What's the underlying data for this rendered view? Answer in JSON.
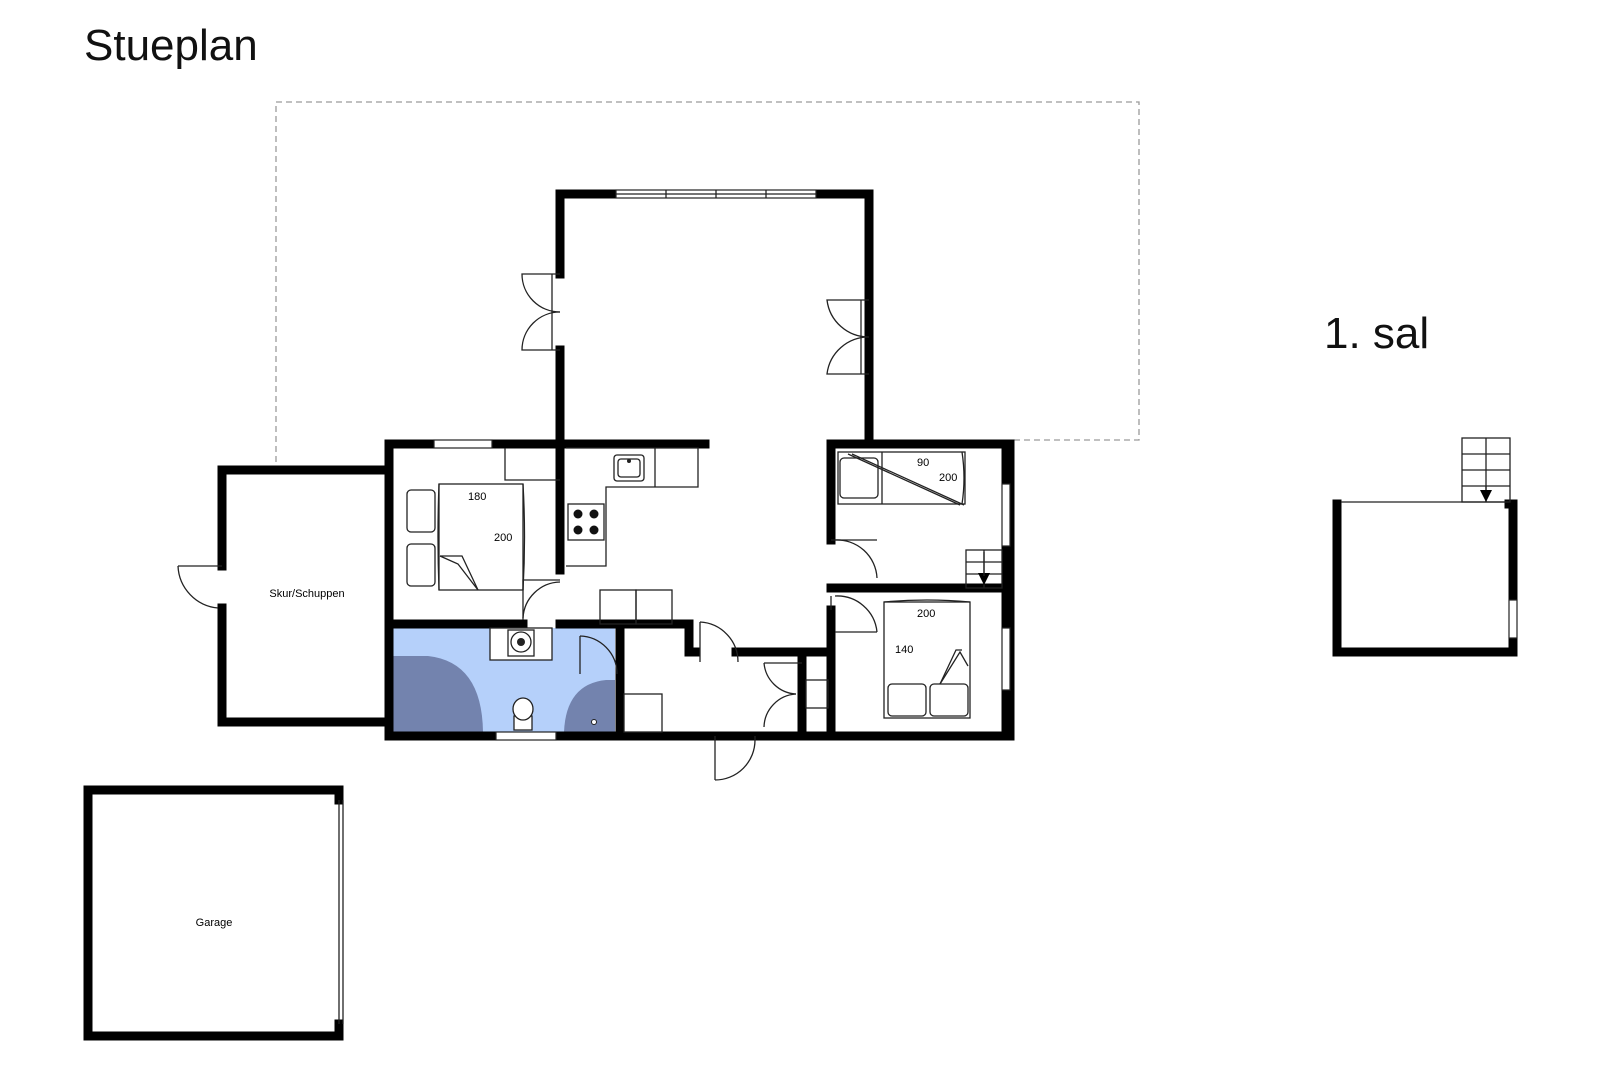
{
  "titles": {
    "ground_floor": "Stueplan",
    "first_floor": "1. sal"
  },
  "rooms": {
    "shed": "Skur/Schuppen",
    "garage": "Garage"
  },
  "bed_dims": {
    "bedroom1_width": "180",
    "bedroom1_length": "200",
    "bedroom2_width": "90",
    "bedroom2_length": "200",
    "bedroom3_width": "140",
    "bedroom3_length": "200"
  },
  "colors": {
    "wall": "#000000",
    "bathroom_floor": "#b5d0fa",
    "bathroom_shower": "#7383ae",
    "overhang": "#9a9a9a"
  }
}
